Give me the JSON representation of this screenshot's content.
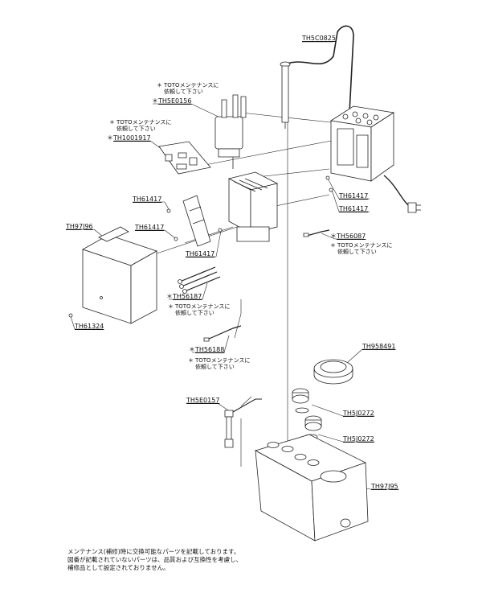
{
  "parts": [
    {
      "id": "th5c0825",
      "number": "TH5C0825",
      "star": false
    },
    {
      "id": "th5e0156",
      "number": "TH5E0156",
      "star": true
    },
    {
      "id": "th1001917",
      "number": "TH1001917",
      "star": true
    },
    {
      "id": "th61417-a",
      "number": "TH61417",
      "star": false
    },
    {
      "id": "th61417-b",
      "number": "TH61417",
      "star": false
    },
    {
      "id": "th61417-c",
      "number": "TH61417",
      "star": false
    },
    {
      "id": "th61417-d",
      "number": "TH61417",
      "star": false
    },
    {
      "id": "th61417-e",
      "number": "TH61417",
      "star": false
    },
    {
      "id": "th97j96",
      "number": "TH97J96",
      "star": false
    },
    {
      "id": "th61324",
      "number": "TH61324",
      "star": false
    },
    {
      "id": "th56087",
      "number": "TH56087",
      "star": true
    },
    {
      "id": "th56187",
      "number": "TH56187",
      "star": true
    },
    {
      "id": "th56188",
      "number": "TH56188",
      "star": true
    },
    {
      "id": "th958491",
      "number": "TH958491",
      "star": false
    },
    {
      "id": "th5j0272-a",
      "number": "TH5J0272",
      "star": false
    },
    {
      "id": "th5j0272-b",
      "number": "TH5J0272",
      "star": false
    },
    {
      "id": "th5e0157",
      "number": "TH5E0157",
      "star": false
    },
    {
      "id": "th97j95",
      "number": "TH97J95",
      "star": false
    }
  ],
  "star_mark": "＊",
  "maintenance_note": {
    "line1": "TOTOメンテナンスに",
    "line2": "依頼して下さい"
  },
  "footer": {
    "line1": "メンテナンス(補修)時に交換可能なパーツを記載しております。",
    "line2": "図番が記載されていないパーツは、品質および互換性を考慮し、",
    "line3": "補修品として設定されておりません。"
  }
}
